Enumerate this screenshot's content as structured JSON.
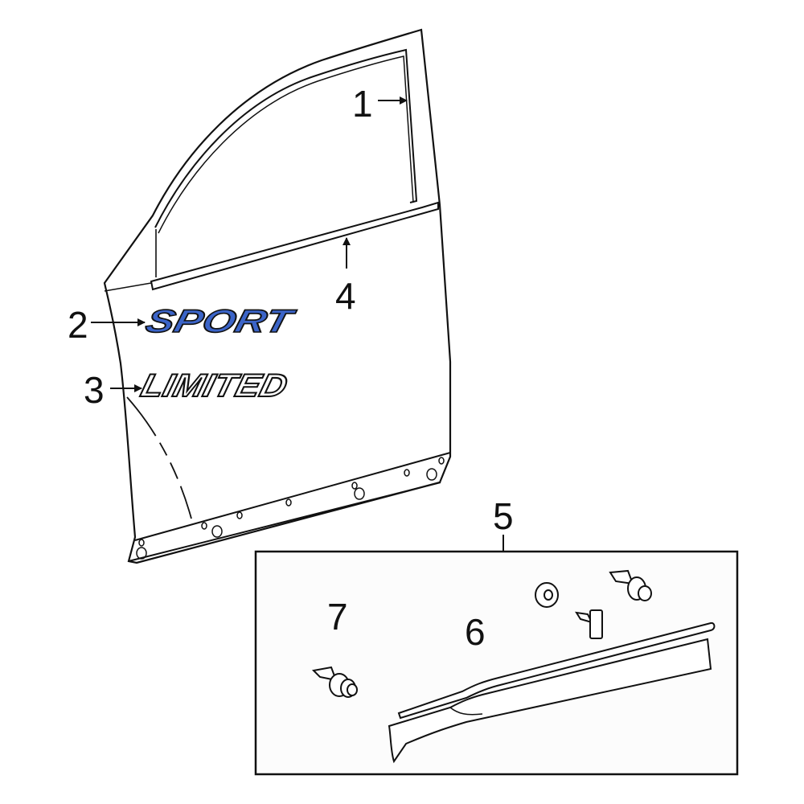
{
  "diagram": {
    "type": "exploded-parts-diagram",
    "subject": "Front door exterior moldings and emblems",
    "colors": {
      "line": "#111111",
      "emblem_sport_fill": "#3b64c8",
      "box_fill": "#fcfcfc",
      "background": "#ffffff"
    },
    "callouts": [
      {
        "id": "1",
        "label": "1",
        "part": "door-frame-molding"
      },
      {
        "id": "2",
        "label": "2",
        "part": "sport-emblem"
      },
      {
        "id": "3",
        "label": "3",
        "part": "limited-emblem"
      },
      {
        "id": "4",
        "label": "4",
        "part": "belt-molding"
      },
      {
        "id": "5",
        "label": "5",
        "part": "body-side-molding-kit"
      },
      {
        "id": "6",
        "label": "6",
        "part": "body-side-molding"
      },
      {
        "id": "7",
        "label": "7",
        "part": "molding-clip"
      }
    ],
    "emblems": {
      "sport": "SPORT",
      "limited": "LIMITED"
    }
  }
}
